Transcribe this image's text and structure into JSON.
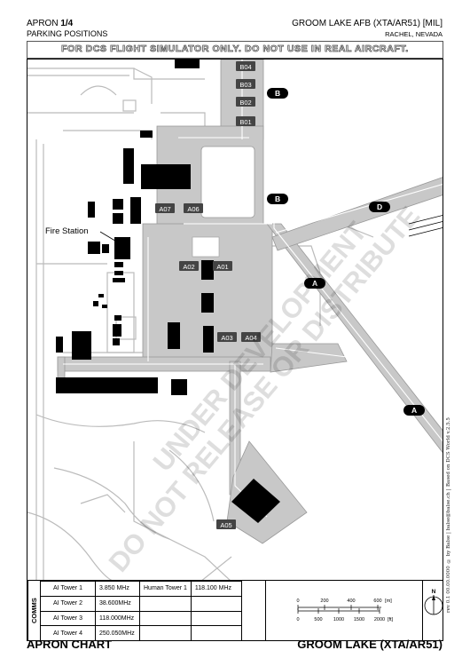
{
  "header": {
    "chart_prefix": "APRON",
    "chart_number": "1/4",
    "subtitle": "PARKING POSITIONS",
    "airport": "GROOM LAKE AFB (XTA/AR51) [MIL]",
    "location": "RACHEL, NEVADA"
  },
  "disclaimer": "FOR DCS FLIGHT SIMULATOR ONLY. DO NOT USE IN REAL AIRCRAFT.",
  "watermark": {
    "line1": "UNDER DEVELOPMENT",
    "line2": "DO NOT RELEASE OR DISTRIBUTE"
  },
  "map": {
    "fire_station_label": "Fire Station",
    "taxiways": [
      "B",
      "B",
      "D",
      "A",
      "A"
    ],
    "parking_north": [
      "B04",
      "B03",
      "B02",
      "B01"
    ],
    "parking_apron": [
      "A07",
      "A06",
      "A02",
      "A01",
      "A03",
      "A04",
      "A05"
    ]
  },
  "sidebar": {
    "version": "rev 0.1 00.00.0000",
    "author": "© by Balse | balse@balse.ch |",
    "based": "Based on DCS World v.2.5.5"
  },
  "comms": {
    "label": "COMMS",
    "rows": [
      {
        "name": "AI Tower 1",
        "freq": "3.850 MHz",
        "name2": "Human Tower 1",
        "freq2": "118.100 MHz"
      },
      {
        "name": "AI Tower 2",
        "freq": "38.600MHz",
        "name2": "",
        "freq2": ""
      },
      {
        "name": "AI Tower 3",
        "freq": "118.000MHz",
        "name2": "",
        "freq2": ""
      },
      {
        "name": "AI Tower 4",
        "freq": "250.050MHz",
        "name2": "",
        "freq2": ""
      }
    ]
  },
  "scale": {
    "meters": [
      "0",
      "200",
      "400",
      "600"
    ],
    "meters_unit": "[m]",
    "feet": [
      "0",
      "500",
      "1000",
      "1500",
      "2000"
    ],
    "feet_unit": "[ft]"
  },
  "compass": {
    "north": "N"
  },
  "footer": {
    "left": "APRON CHART",
    "right": "GROOM LAKE (XTA/AR51)"
  }
}
